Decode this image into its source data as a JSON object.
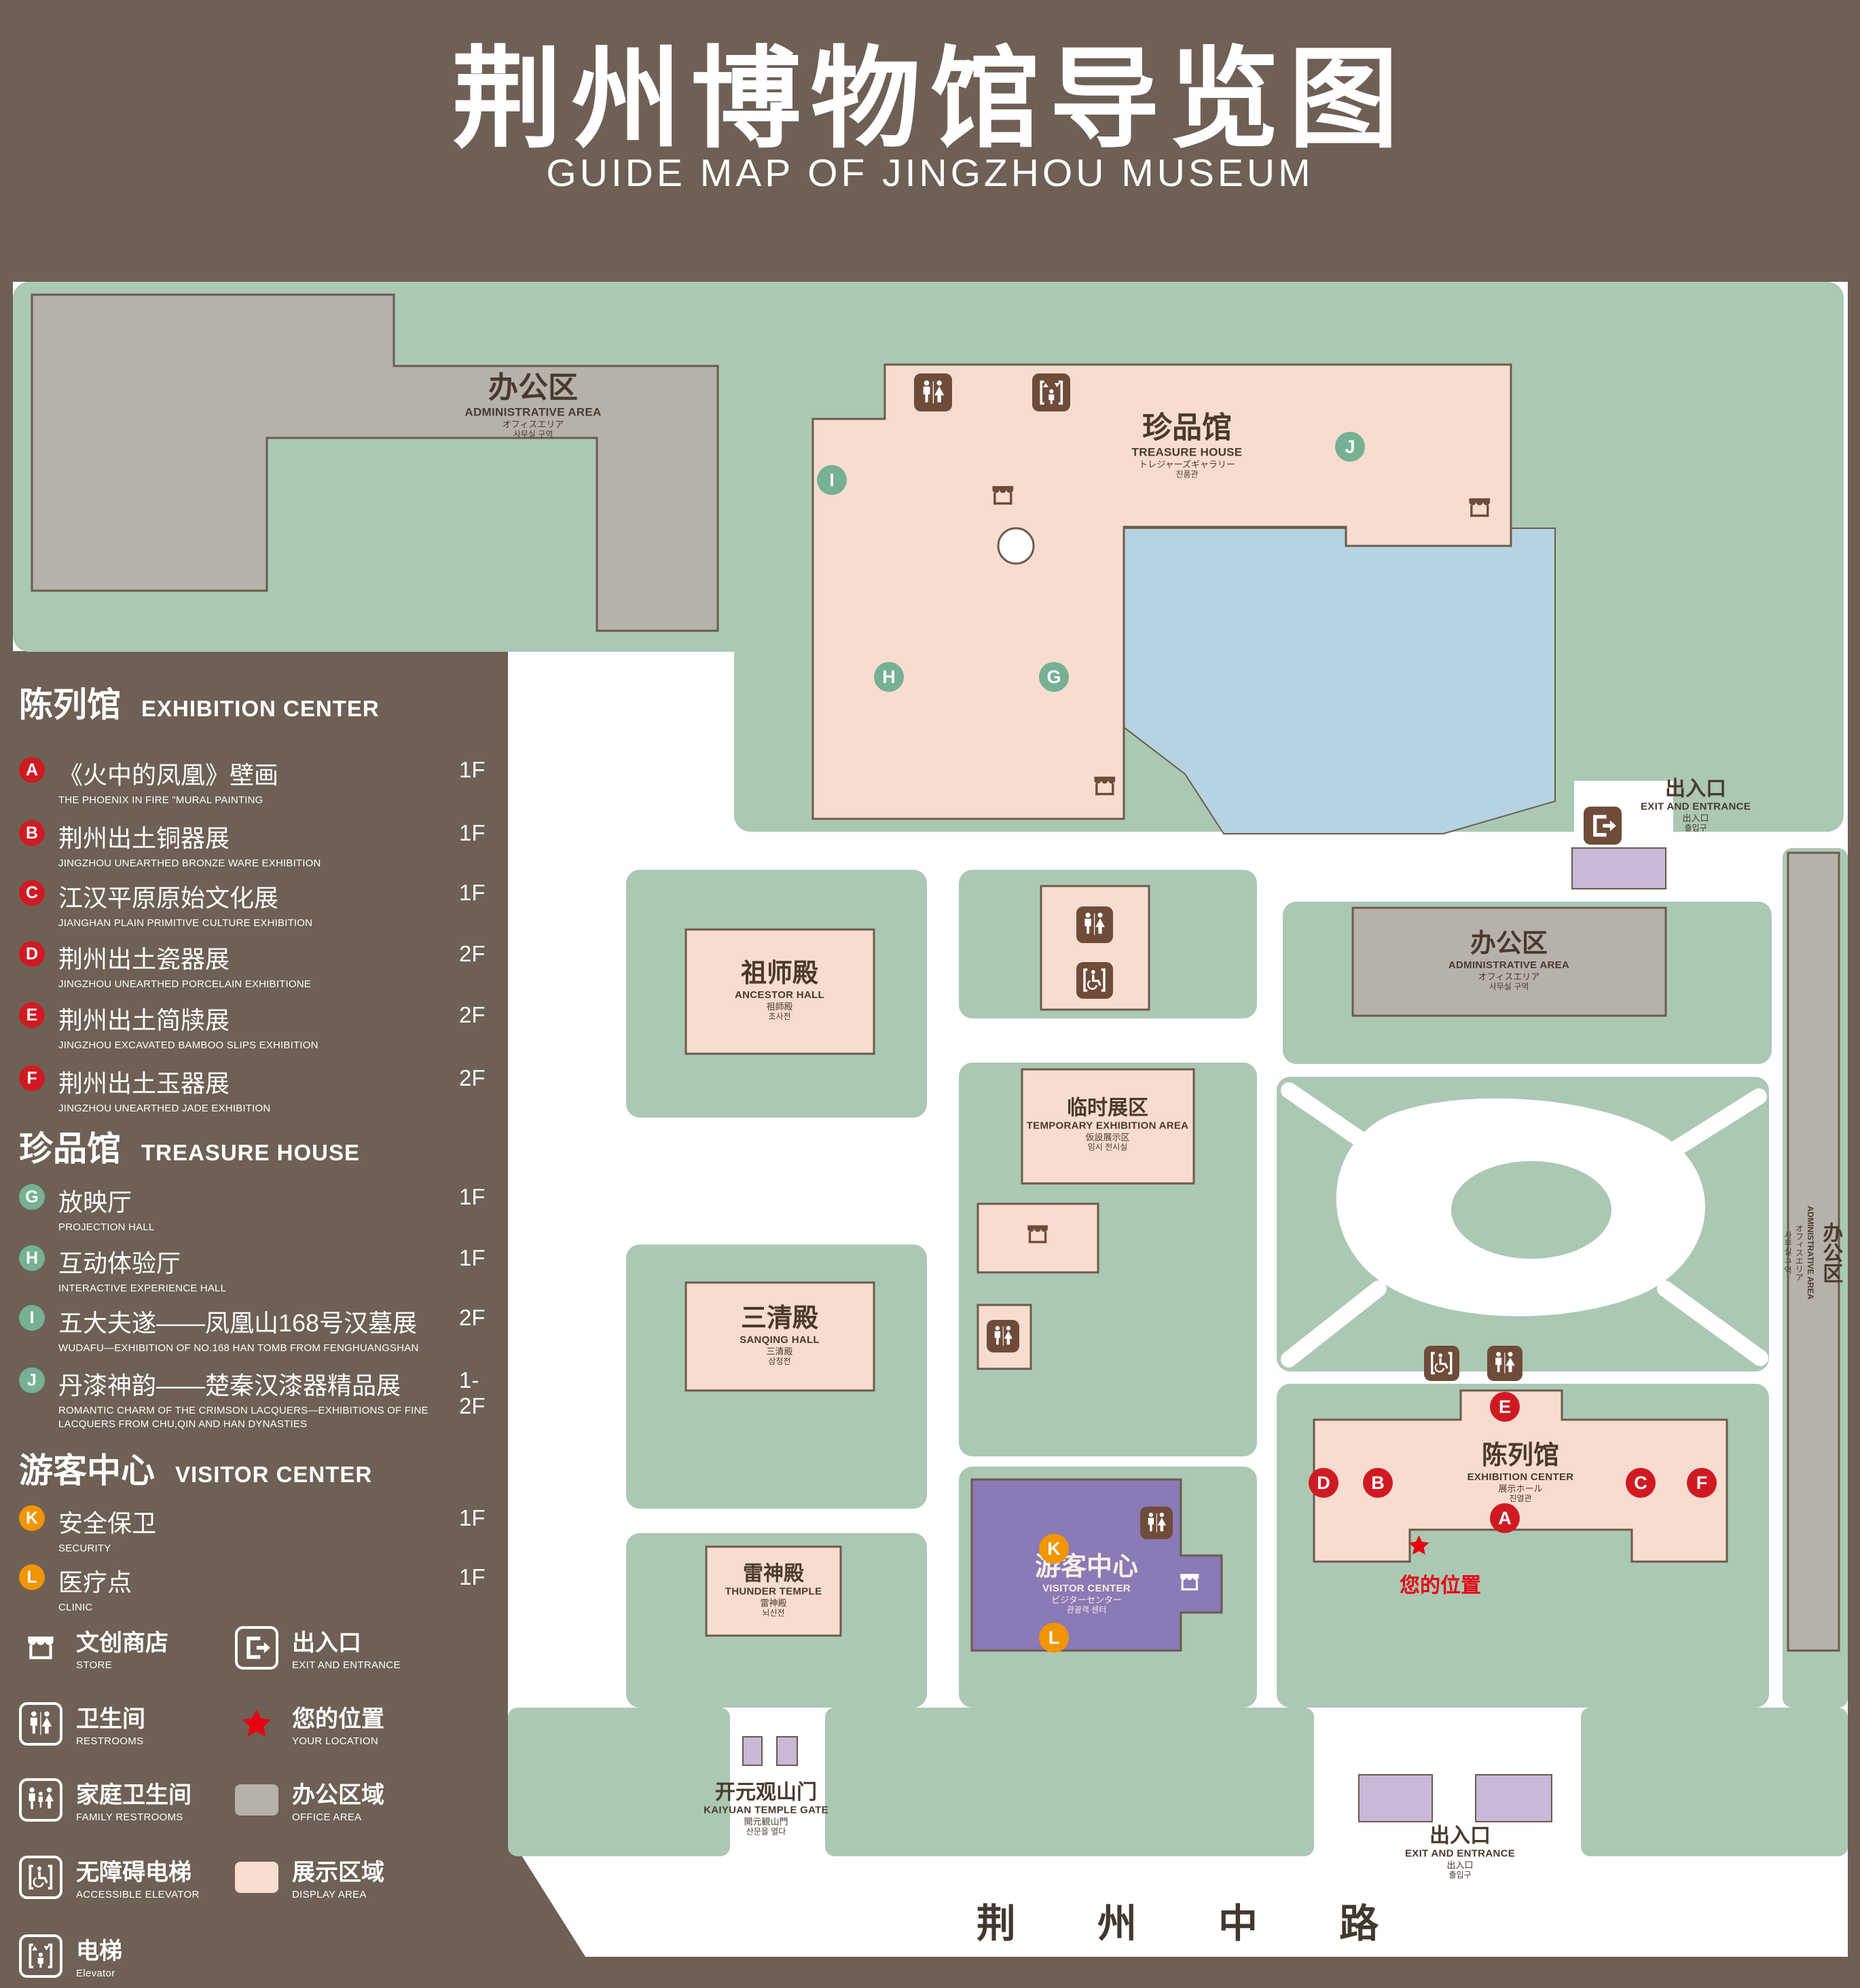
{
  "header": {
    "title_zh": "荆州博物馆导览图",
    "title_en": "GUIDE MAP OF JINGZHOU MUSEUM"
  },
  "legend": {
    "sections": [
      {
        "title_zh": "陈列馆",
        "title_en": "EXHIBITION CENTER",
        "items": [
          {
            "letter": "A",
            "zh": "《火中的凤凰》壁画",
            "en": "THE PHOENIX IN FIRE \"MURAL PAINTING",
            "floor": "1F"
          },
          {
            "letter": "B",
            "zh": "荆州出土铜器展",
            "en": "JINGZHOU UNEARTHED BRONZE WARE EXHIBITION",
            "floor": "1F"
          },
          {
            "letter": "C",
            "zh": "江汉平原原始文化展",
            "en": "JIANGHAN PLAIN PRIMITIVE CULTURE EXHIBITION",
            "floor": "1F"
          },
          {
            "letter": "D",
            "zh": "荆州出土瓷器展",
            "en": "JINGZHOU UNEARTHED PORCELAIN EXHIBITIONE",
            "floor": "2F"
          },
          {
            "letter": "E",
            "zh": "荆州出土简牍展",
            "en": "JINGZHOU EXCAVATED BAMBOO SLIPS EXHIBITION",
            "floor": "2F"
          },
          {
            "letter": "F",
            "zh": "荆州出土玉器展",
            "en": "JINGZHOU UNEARTHED JADE EXHIBITION",
            "floor": "2F"
          }
        ]
      },
      {
        "title_zh": "珍品馆",
        "title_en": "TREASURE HOUSE",
        "items": [
          {
            "letter": "G",
            "zh": "放映厅",
            "en": "PROJECTION HALL",
            "floor": "1F"
          },
          {
            "letter": "H",
            "zh": "互动体验厅",
            "en": "INTERACTIVE EXPERIENCE HALL",
            "floor": "1F"
          },
          {
            "letter": "I",
            "zh": "五大夫遂——凤凰山168号汉墓展",
            "en": "WUDAFU—EXHIBITION OF NO.168 HAN TOMB FROM FENGHUANGSHAN",
            "floor": "2F"
          },
          {
            "letter": "J",
            "zh": "丹漆神韵——楚秦汉漆器精品展",
            "en": "ROMANTIC CHARM OF THE CRIMSON LACQUERS—EXHIBITIONS OF FINE LACQUERS FROM CHU,QIN AND HAN DYNASTIES",
            "floor": "1-2F"
          }
        ]
      },
      {
        "title_zh": "游客中心",
        "title_en": "VISITOR CENTER",
        "items": [
          {
            "letter": "K",
            "zh": "安全保卫",
            "en": "SECURITY",
            "floor": "1F"
          },
          {
            "letter": "L",
            "zh": "医疗点",
            "en": "CLINIC",
            "floor": "1F"
          }
        ]
      }
    ],
    "symbols_left": [
      {
        "icon": "store-icon",
        "zh": "文创商店",
        "en": "STORE"
      },
      {
        "icon": "restroom-icon",
        "zh": "卫生间",
        "en": "RESTROOMS"
      },
      {
        "icon": "family-restroom-icon",
        "zh": "家庭卫生间",
        "en": "FAMILY RESTROOMS"
      },
      {
        "icon": "accessible-elevator-icon",
        "zh": "无障碍电梯",
        "en": "ACCESSIBLE ELEVATOR"
      },
      {
        "icon": "elevator-icon",
        "zh": "电梯",
        "en": "Elevator"
      }
    ],
    "symbols_right": [
      {
        "icon": "exit-icon",
        "zh": "出入口",
        "en": "EXIT AND ENTRANCE"
      },
      {
        "icon": "location-star-icon",
        "zh": "您的位置",
        "en": "YOUR LOCATION"
      },
      {
        "icon": "office-area-swatch",
        "zh": "办公区域",
        "en": "OFFICE AREA"
      },
      {
        "icon": "display-area-swatch",
        "zh": "展示区域",
        "en": "DISPLAY AREA"
      }
    ]
  },
  "map": {
    "markers": [
      "A",
      "B",
      "C",
      "D",
      "E",
      "F",
      "G",
      "H",
      "I",
      "J",
      "K",
      "L"
    ],
    "admin_top": {
      "zh": "办公区",
      "en": "ADMINISTRATIVE AREA",
      "jp": "オフィスエリア",
      "kr": "사무실 구역"
    },
    "treasure_house": {
      "zh": "珍品馆",
      "en": "TREASURE HOUSE",
      "jp": "トレジャーズギャラリー",
      "kr": "진품관"
    },
    "ancestor_hall": {
      "zh": "祖师殿",
      "en": "ANCESTOR HALL",
      "jp": "祖師殿",
      "kr": "조사전"
    },
    "temporary_area": {
      "zh": "临时展区",
      "en": "TEMPORARY EXHIBITION AREA",
      "jp": "仮設展示区",
      "kr": "임시 전시실"
    },
    "sanqing_hall": {
      "zh": "三清殿",
      "en": "SANQING HALL",
      "jp": "三清殿",
      "kr": "삼청전"
    },
    "thunder_temple": {
      "zh": "雷神殿",
      "en": "THUNDER TEMPLE",
      "jp": "雷神殿",
      "kr": "뇌신전"
    },
    "admin_right": {
      "zh": "办公区",
      "en": "ADMINISTRATIVE AREA",
      "jp": "オフィスエリア",
      "kr": "사무실 구역"
    },
    "admin_strip": {
      "zh": "办公区",
      "en": "ADMINISTRATIVE AREA",
      "jp": "オフィスエリア",
      "kr": "사무실 구역"
    },
    "exhibition_center": {
      "zh": "陈列馆",
      "en": "EXHIBITION CENTER",
      "jp": "展示ホール",
      "kr": "진열관"
    },
    "visitor_center": {
      "zh": "游客中心",
      "en": "VISITOR CENTER",
      "jp": "ビジターセンター",
      "kr": "관광객 센터"
    },
    "gate": {
      "zh": "开元观山门",
      "en": "KAIYUAN TEMPLE GATE",
      "jp": "開元観山門",
      "kr": "산문을 열다"
    },
    "exit_east": {
      "zh": "出入口",
      "en": "EXIT AND ENTRANCE",
      "jp": "出入口",
      "kr": "출입구"
    },
    "exit_south": {
      "zh": "出入口",
      "en": "EXIT AND ENTRANCE",
      "jp": "出入口",
      "kr": "출입구"
    },
    "your_location": "您的位置",
    "road": "荆 州 中 路"
  },
  "colors": {
    "background": "#6e6054",
    "lawn_green": "#abc8b3",
    "display_area_pink": "#f8dcd0",
    "office_area_gray": "#b7b1ab",
    "pond_blue": "#b6d3e1",
    "visitor_center_purple": "#8a7ab5",
    "entrance_lavender": "#c9b8d8",
    "marker_red": "#d01a23",
    "marker_green": "#76b193",
    "marker_orange": "#f19500",
    "location_red": "#e60012",
    "icon_brown": "#6f4c3a",
    "path_white": "#ffffff"
  }
}
